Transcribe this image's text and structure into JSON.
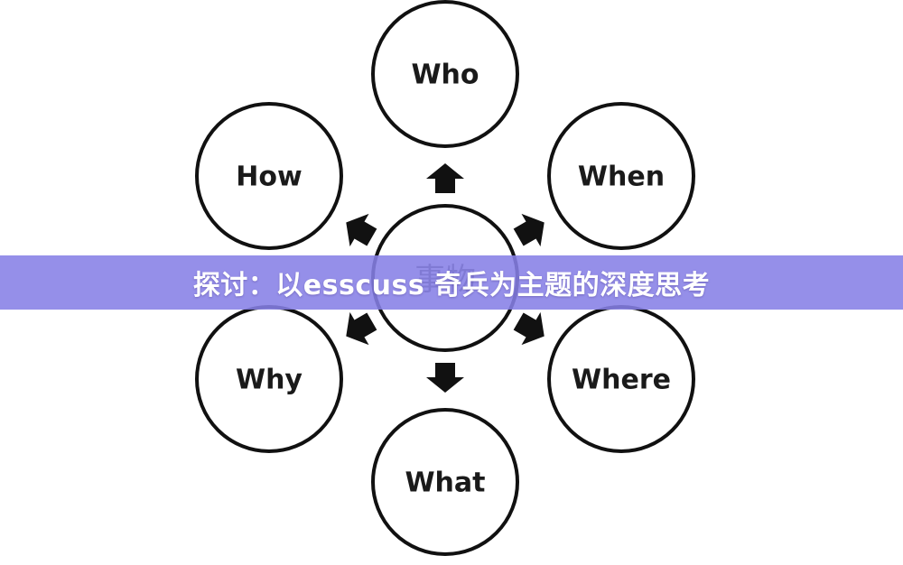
{
  "diagram": {
    "center": {
      "label": "事物"
    },
    "nodes": [
      {
        "id": "who",
        "label": "Who"
      },
      {
        "id": "when",
        "label": "When"
      },
      {
        "id": "where",
        "label": "Where"
      },
      {
        "id": "what",
        "label": "What"
      },
      {
        "id": "why",
        "label": "Why"
      },
      {
        "id": "how",
        "label": "How"
      }
    ]
  },
  "banner": {
    "title": "探讨：以esscuss 奇兵为主题的深度思考"
  },
  "colors": {
    "stroke": "#111111",
    "banner": "#8680e6",
    "banner_text": "#ffffff"
  }
}
